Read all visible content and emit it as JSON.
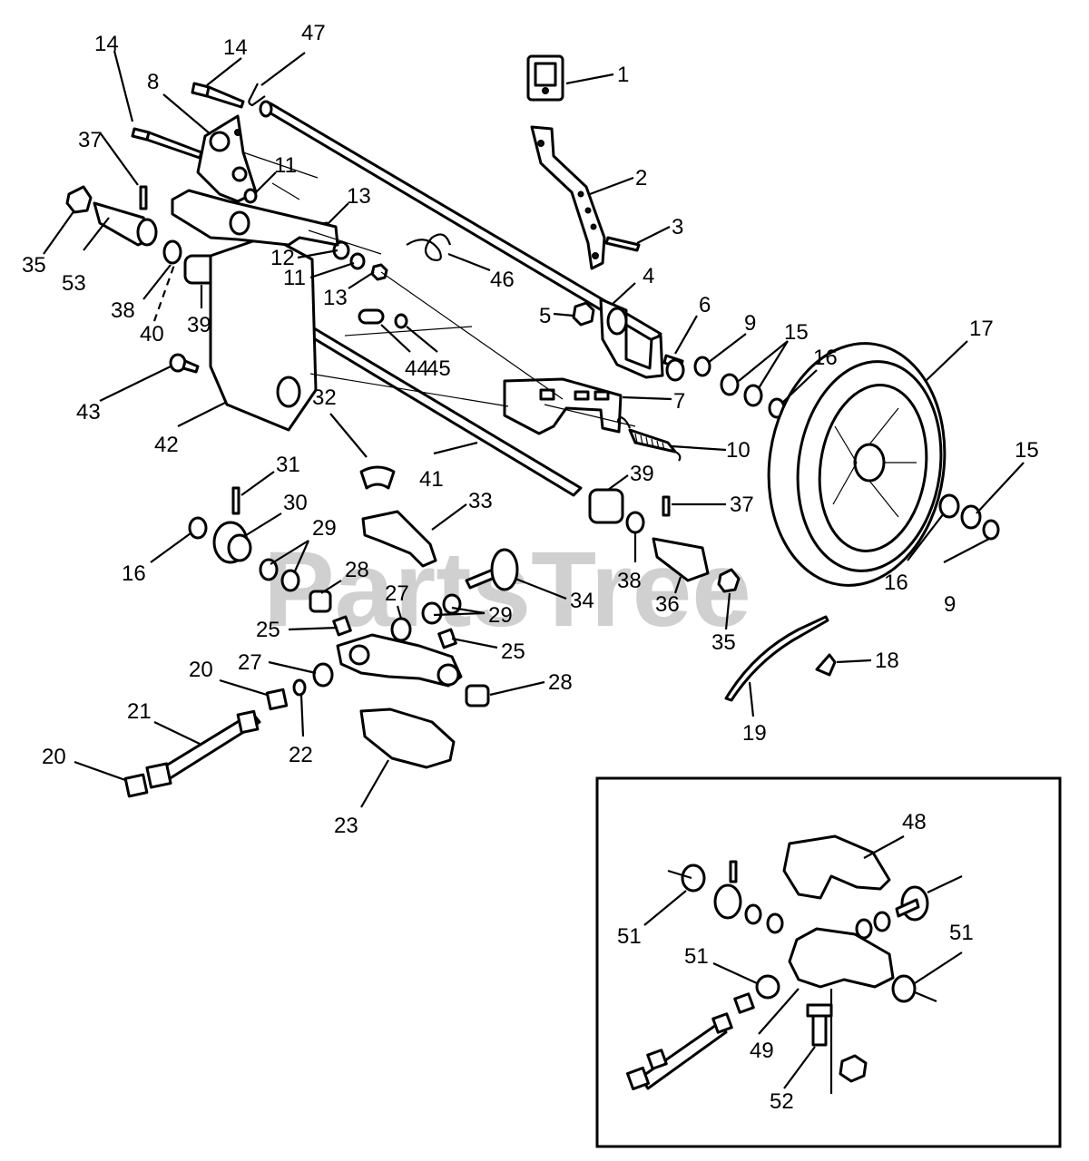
{
  "watermark": "PartsTree",
  "callouts": [
    {
      "id": "c1",
      "text": "1"
    },
    {
      "id": "c2",
      "text": "2"
    },
    {
      "id": "c3",
      "text": "3"
    },
    {
      "id": "c4",
      "text": "4"
    },
    {
      "id": "c5",
      "text": "5"
    },
    {
      "id": "c6",
      "text": "6"
    },
    {
      "id": "c7",
      "text": "7"
    },
    {
      "id": "c8",
      "text": "8"
    },
    {
      "id": "c9a",
      "text": "9"
    },
    {
      "id": "c9b",
      "text": "9"
    },
    {
      "id": "c10",
      "text": "10"
    },
    {
      "id": "c11a",
      "text": "11"
    },
    {
      "id": "c11b",
      "text": "11"
    },
    {
      "id": "c12",
      "text": "12"
    },
    {
      "id": "c13a",
      "text": "13"
    },
    {
      "id": "c13b",
      "text": "13"
    },
    {
      "id": "c14a",
      "text": "14"
    },
    {
      "id": "c14b",
      "text": "14"
    },
    {
      "id": "c15a",
      "text": "15"
    },
    {
      "id": "c15b",
      "text": "15"
    },
    {
      "id": "c16a",
      "text": "16"
    },
    {
      "id": "c16b",
      "text": "16"
    },
    {
      "id": "c16c",
      "text": "16"
    },
    {
      "id": "c17",
      "text": "17"
    },
    {
      "id": "c18",
      "text": "18"
    },
    {
      "id": "c19",
      "text": "19"
    },
    {
      "id": "c20a",
      "text": "20"
    },
    {
      "id": "c20b",
      "text": "20"
    },
    {
      "id": "c21",
      "text": "21"
    },
    {
      "id": "c22",
      "text": "22"
    },
    {
      "id": "c23",
      "text": "23"
    },
    {
      "id": "c25a",
      "text": "25"
    },
    {
      "id": "c25b",
      "text": "25"
    },
    {
      "id": "c27a",
      "text": "27"
    },
    {
      "id": "c27b",
      "text": "27"
    },
    {
      "id": "c28a",
      "text": "28"
    },
    {
      "id": "c28b",
      "text": "28"
    },
    {
      "id": "c29a",
      "text": "29"
    },
    {
      "id": "c29b",
      "text": "29"
    },
    {
      "id": "c30",
      "text": "30"
    },
    {
      "id": "c31",
      "text": "31"
    },
    {
      "id": "c32",
      "text": "32"
    },
    {
      "id": "c33",
      "text": "33"
    },
    {
      "id": "c34",
      "text": "34"
    },
    {
      "id": "c35a",
      "text": "35"
    },
    {
      "id": "c35b",
      "text": "35"
    },
    {
      "id": "c36",
      "text": "36"
    },
    {
      "id": "c37a",
      "text": "37"
    },
    {
      "id": "c37b",
      "text": "37"
    },
    {
      "id": "c38a",
      "text": "38"
    },
    {
      "id": "c38b",
      "text": "38"
    },
    {
      "id": "c39a",
      "text": "39"
    },
    {
      "id": "c39b",
      "text": "39"
    },
    {
      "id": "c40",
      "text": "40"
    },
    {
      "id": "c41",
      "text": "41"
    },
    {
      "id": "c42",
      "text": "42"
    },
    {
      "id": "c43",
      "text": "43"
    },
    {
      "id": "c44",
      "text": "44"
    },
    {
      "id": "c45",
      "text": "45"
    },
    {
      "id": "c46",
      "text": "46"
    },
    {
      "id": "c47",
      "text": "47"
    },
    {
      "id": "c48",
      "text": "48"
    },
    {
      "id": "c49",
      "text": "49"
    },
    {
      "id": "c51a",
      "text": "51"
    },
    {
      "id": "c51b",
      "text": "51"
    },
    {
      "id": "c51c",
      "text": "51"
    },
    {
      "id": "c52",
      "text": "52"
    },
    {
      "id": "c53",
      "text": "53"
    }
  ]
}
